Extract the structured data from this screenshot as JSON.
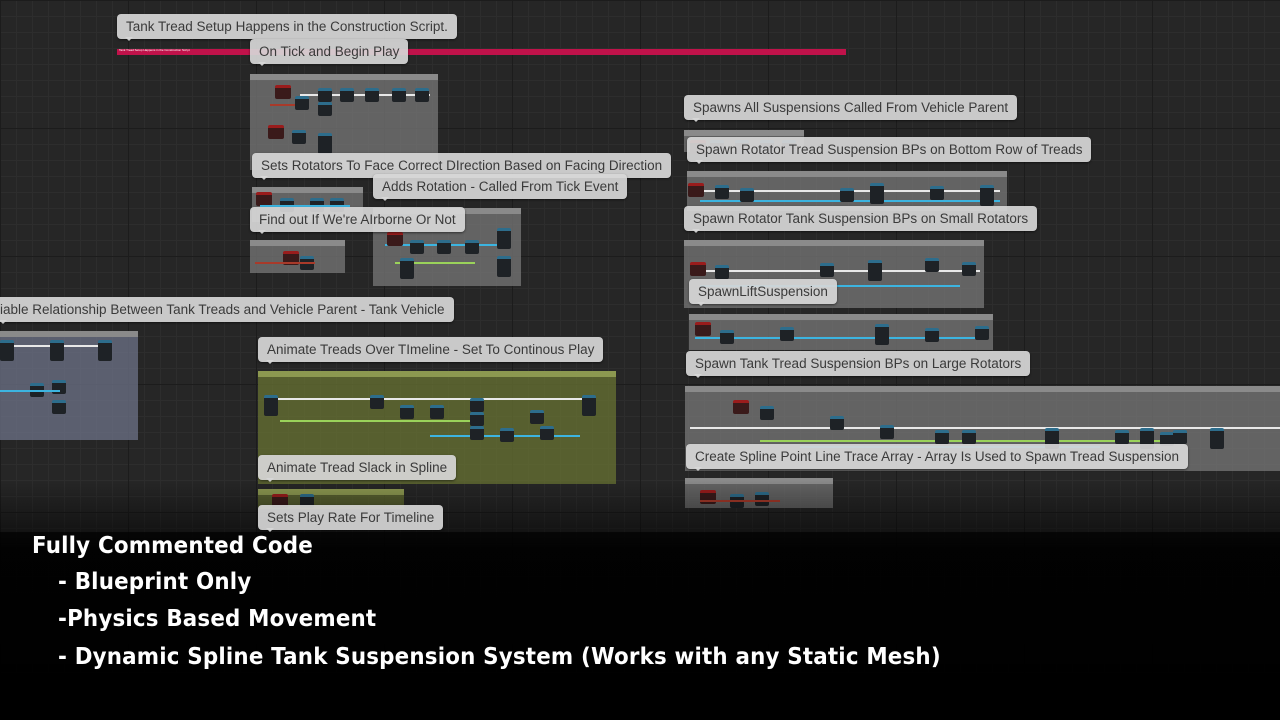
{
  "construction_bar_label": "Tank Tread Setup Happens in the Construction Script",
  "comments": [
    "Tank Tread Setup Happens in the Construction Script.",
    "On Tick and Begin Play",
    "Spawns All Suspensions Called From Vehicle Parent",
    "Spawn Rotator Tread Suspension BPs on Bottom Row of Treads",
    "Sets Rotators To Face Correct DIrection Based on Facing Direction",
    "Adds Rotation - Called From Tick Event",
    "Spawn Rotator Tank Suspension BPs on Small Rotators",
    "Find out If We're AIrborne Or Not",
    "SpawnLiftSuspension",
    "iable Relationship Between Tank Treads and Vehicle Parent - Tank Vehicle",
    "Animate Treads Over TImeline - Set To Continous Play",
    "Spawn Tank Tread Suspension BPs on Large Rotators",
    "Create Spline Point Line Trace Array - Array Is Used to Spawn Tread Suspension",
    "Animate Tread Slack in Spline",
    "Sets Play Rate For Timeline"
  ],
  "overlay": {
    "title": "Fully Commented Code",
    "features": [
      "- Blueprint Only",
      "-Physics Based Movement",
      "- Dynamic Spline Tank Suspension System (Works with any Static Mesh)"
    ]
  }
}
